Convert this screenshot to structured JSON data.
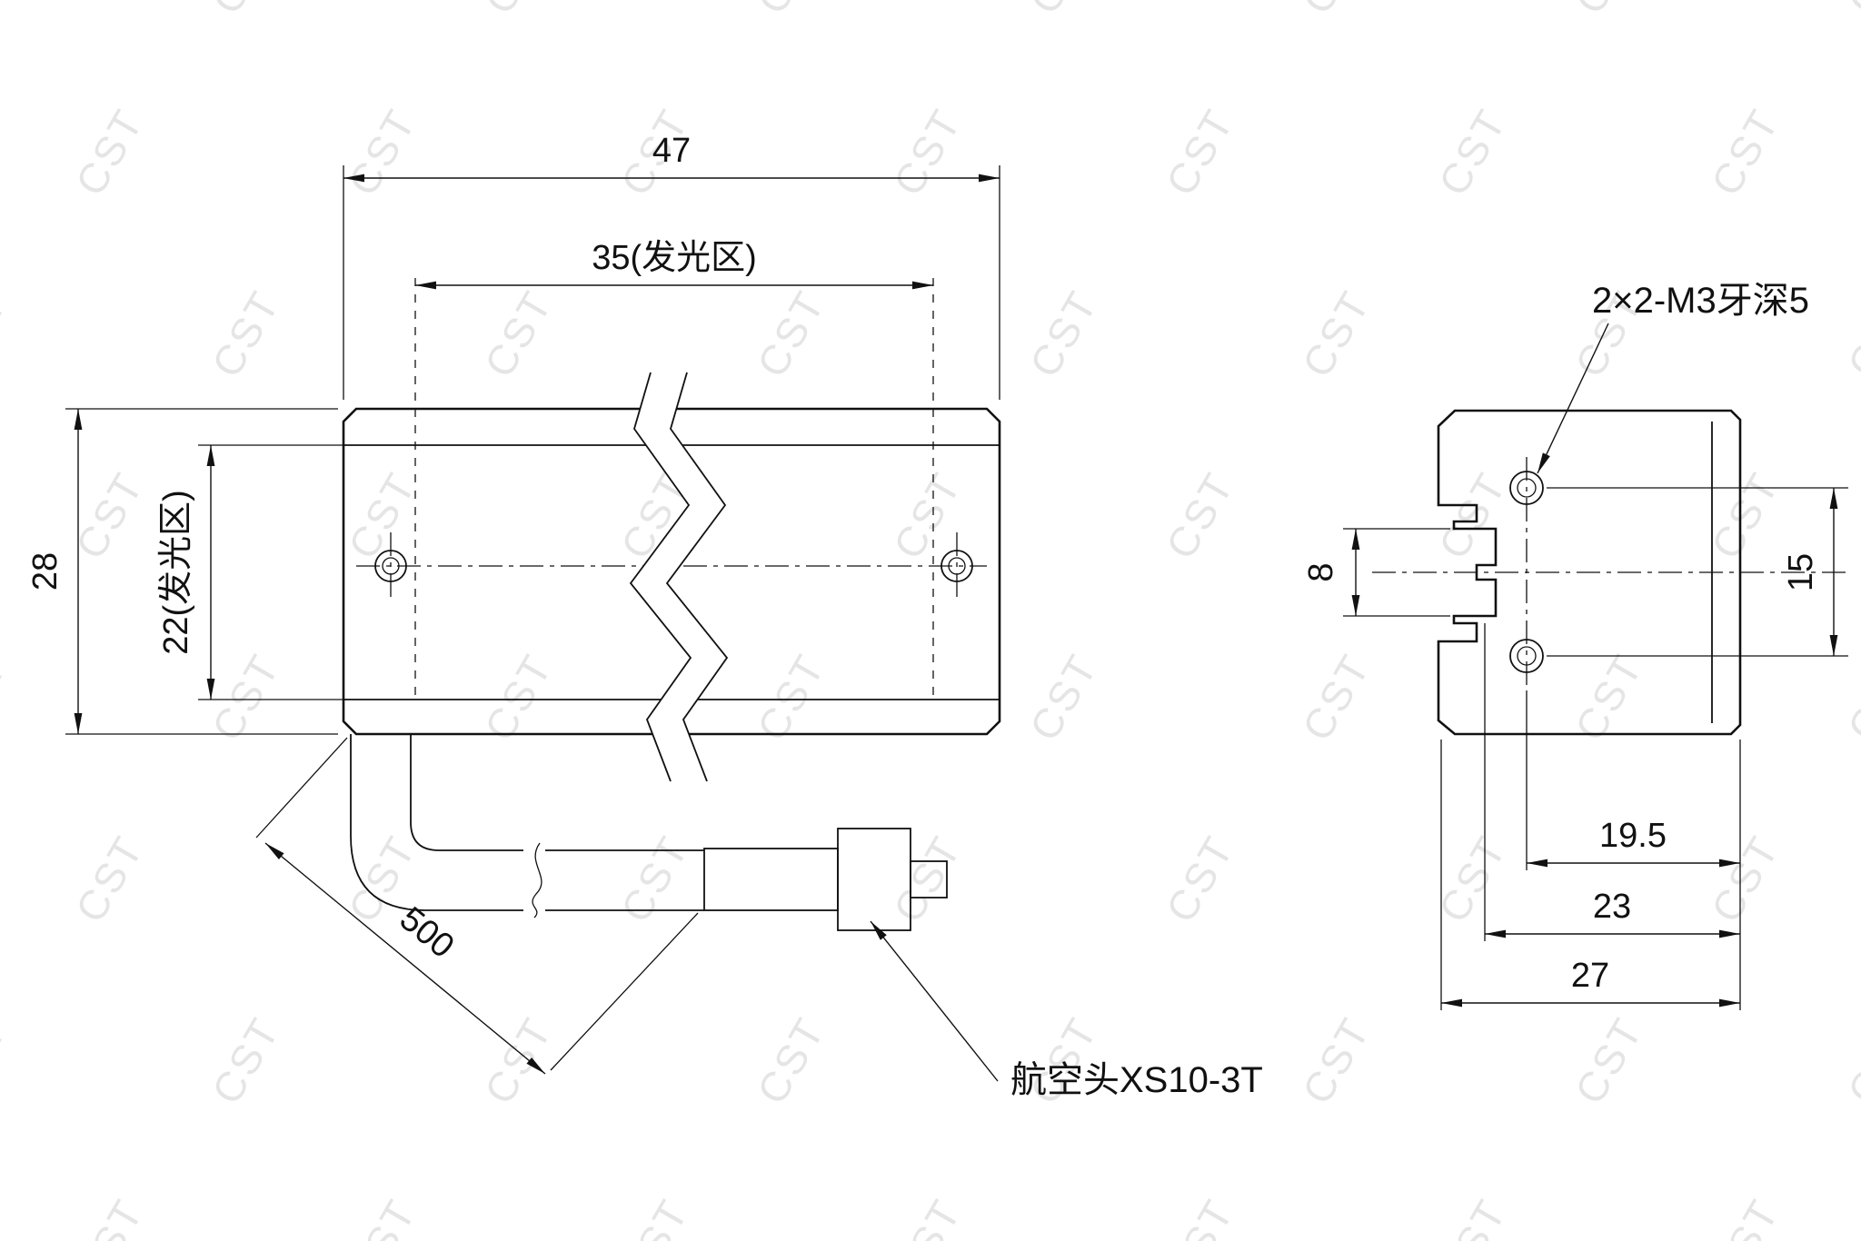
{
  "watermark": {
    "text": "CST"
  },
  "colors": {
    "line": "#111111",
    "background": "#ffffff"
  },
  "front_view": {
    "overall_width": "47",
    "emitting_width": "35(发光区)",
    "overall_height": "28",
    "emitting_height": "22(发光区)",
    "cable_length": "500",
    "connector_label": "航空头XS10-3T"
  },
  "side_view": {
    "thread_note": "2×2-M3牙深5",
    "slot_width": "8",
    "hole_spacing": "15",
    "hole_offset": "19.5",
    "groove_depth": "23",
    "overall_depth": "27"
  }
}
